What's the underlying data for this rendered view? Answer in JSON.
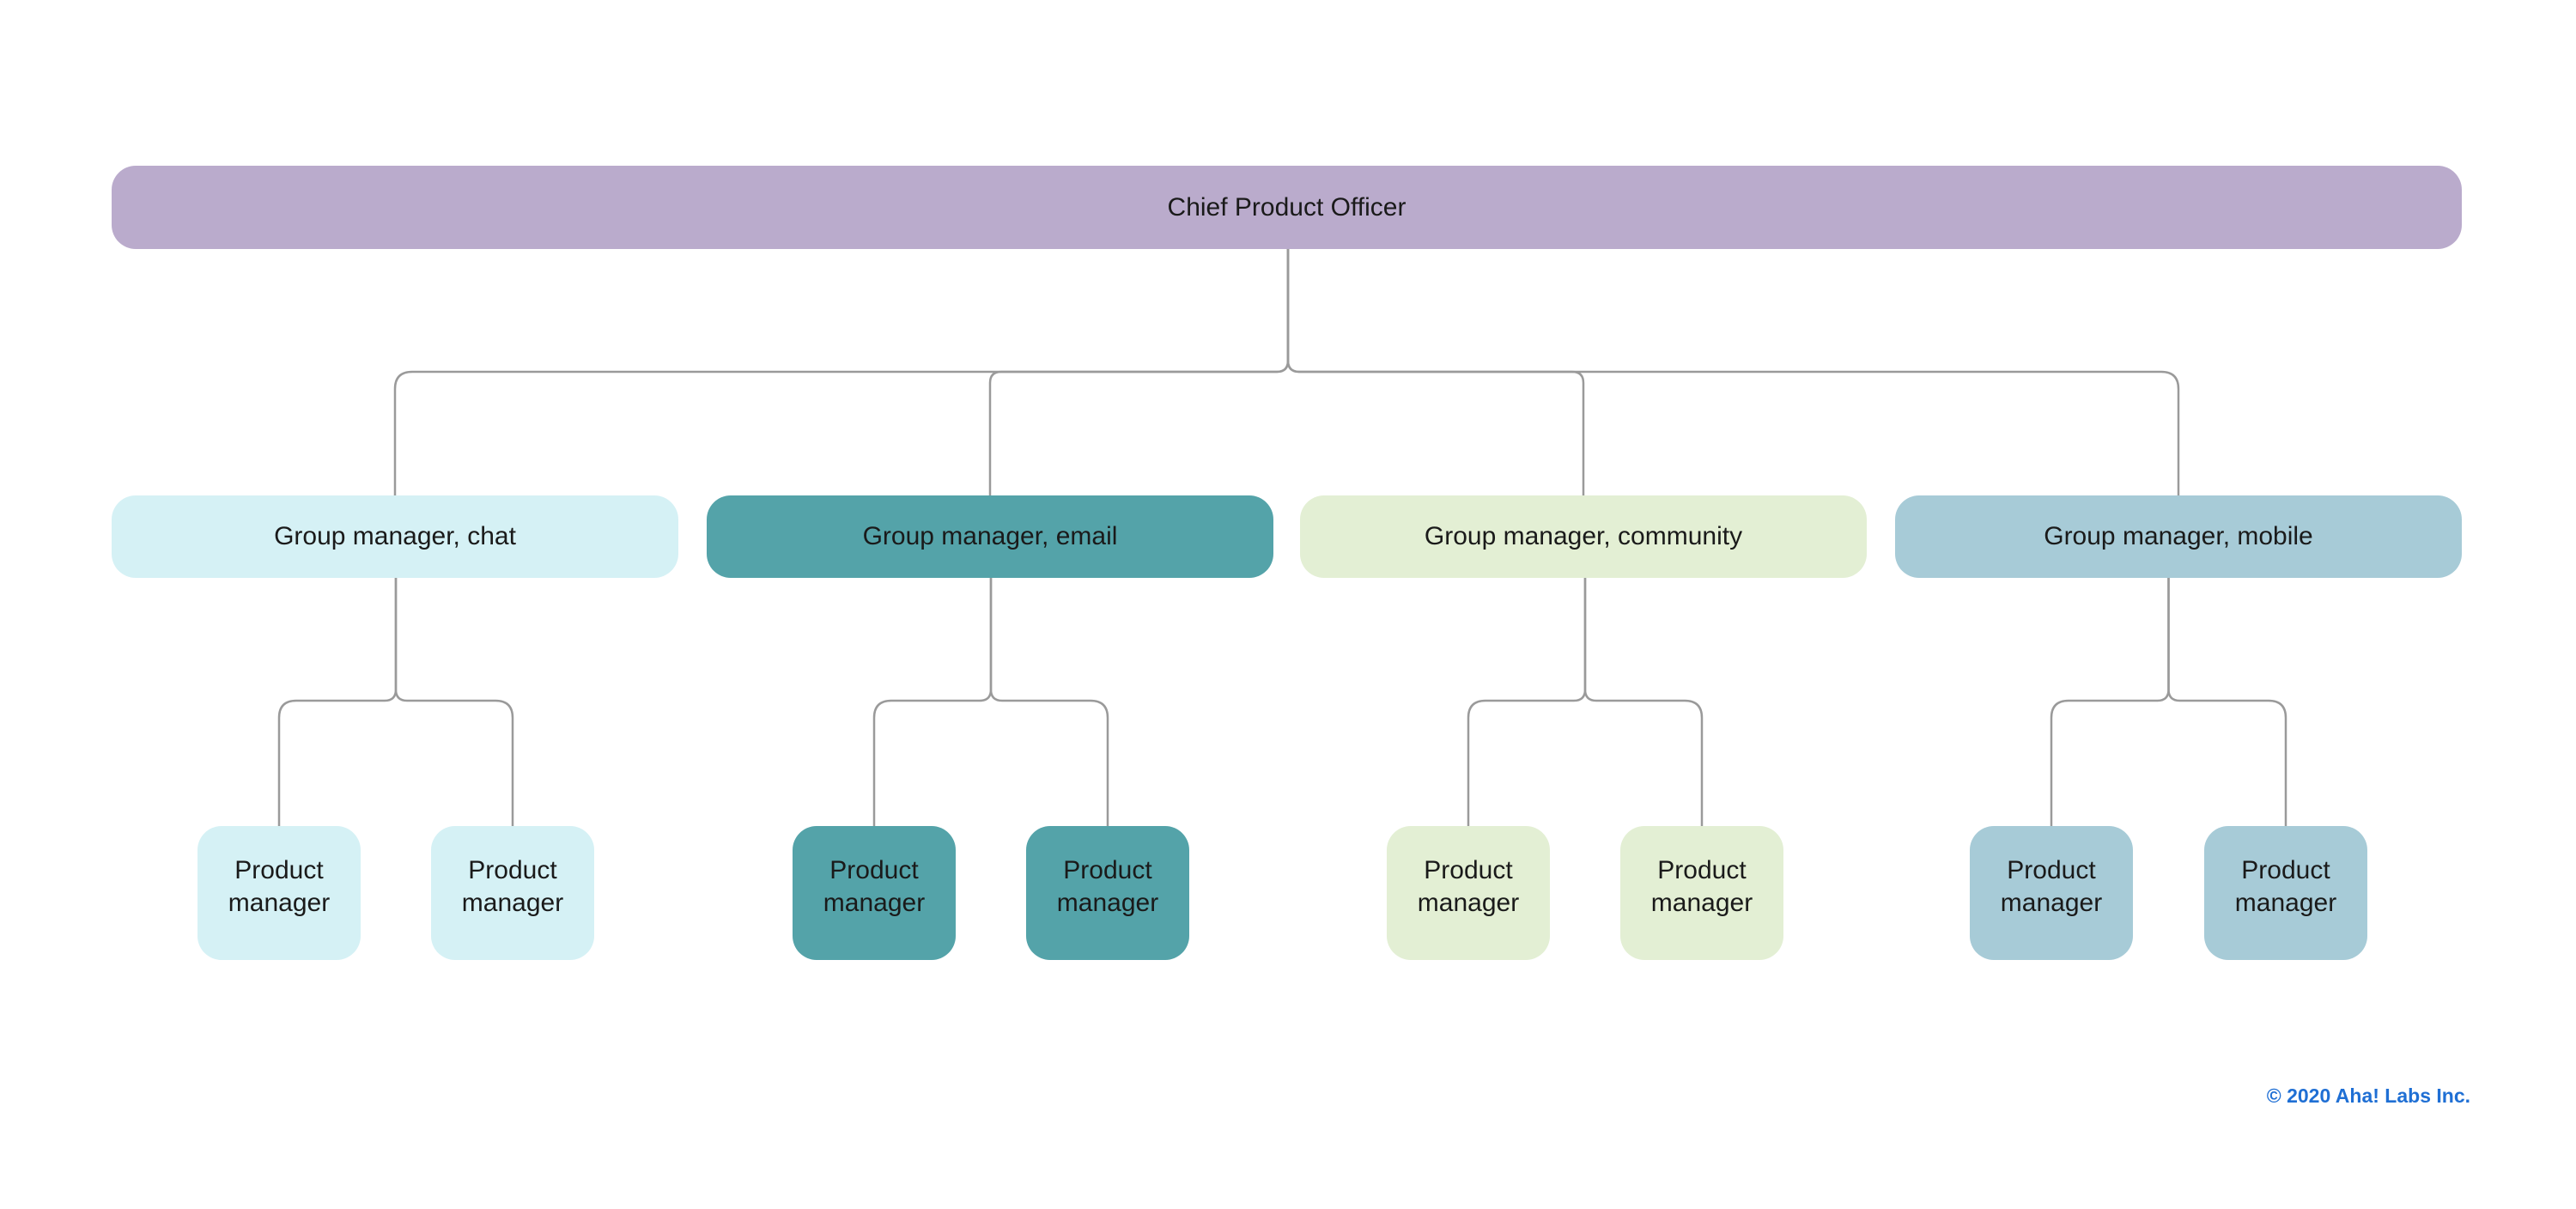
{
  "diagram": {
    "root": {
      "label": "Chief Product Officer",
      "fill": "#baabcc"
    },
    "groups": [
      {
        "label": "Group manager, chat",
        "slug": "chat",
        "fill": "#d5f1f5",
        "children": [
          {
            "label": "Product manager"
          },
          {
            "label": "Product manager"
          }
        ]
      },
      {
        "label": "Group manager, email",
        "slug": "email",
        "fill": "#54a3a9",
        "children": [
          {
            "label": "Product manager"
          },
          {
            "label": "Product manager"
          }
        ]
      },
      {
        "label": "Group manager, community",
        "slug": "community",
        "fill": "#e3efd4",
        "children": [
          {
            "label": "Product manager"
          },
          {
            "label": "Product manager"
          }
        ]
      },
      {
        "label": "Group manager, mobile",
        "slug": "mobile",
        "fill": "#a7cbd7",
        "children": [
          {
            "label": "Product manager"
          },
          {
            "label": "Product manager"
          }
        ]
      }
    ],
    "connector_color": "#9a9a9a",
    "text_color": "#1a1a1a"
  },
  "footer": {
    "copyright": "© 2020 Aha! Labs Inc.",
    "color": "#1f6fd4"
  }
}
